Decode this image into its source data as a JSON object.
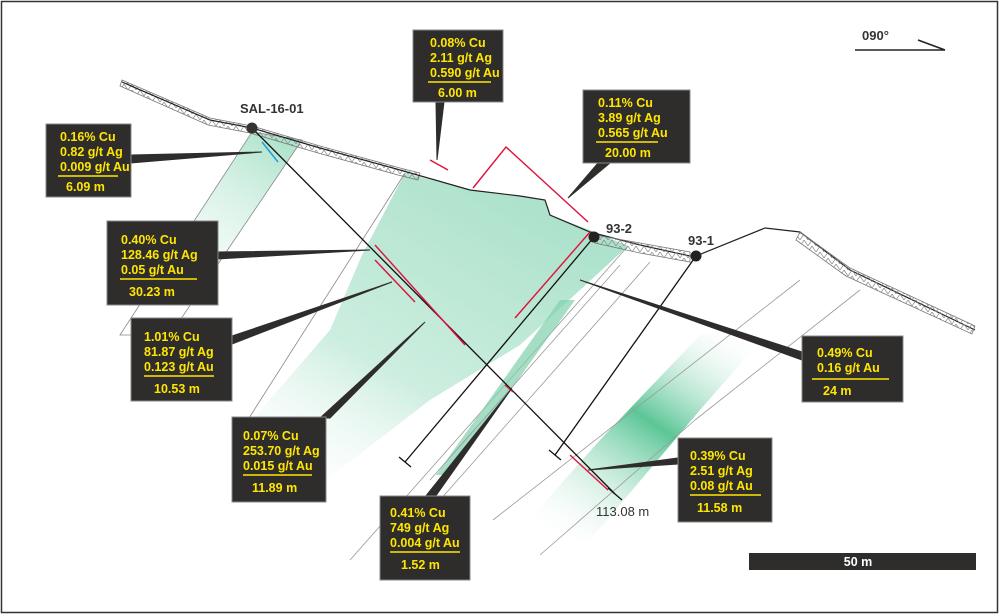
{
  "orientation": {
    "label": "090°"
  },
  "scale_bar": {
    "label": "50 m"
  },
  "drill_holes": [
    {
      "name": "SAL-16-01",
      "end_depth": "113.08 m"
    },
    {
      "name": "93-2"
    },
    {
      "name": "93-1"
    }
  ],
  "intercepts": [
    {
      "lines": [
        "0.08% Cu",
        "2.11 g/t Ag",
        "0.590 g/t Au"
      ],
      "width": "6.00 m"
    },
    {
      "lines": [
        "0.11% Cu",
        "3.89 g/t Ag",
        "0.565 g/t Au"
      ],
      "width": "20.00 m"
    },
    {
      "lines": [
        "0.16% Cu",
        "0.82 g/t Ag",
        "0.009 g/t Au"
      ],
      "width": "6.09 m"
    },
    {
      "lines": [
        "0.40% Cu",
        "128.46 g/t Ag",
        "0.05 g/t Au"
      ],
      "width": "30.23 m"
    },
    {
      "lines": [
        "1.01% Cu",
        "81.87 g/t Ag",
        "0.123 g/t Au"
      ],
      "width": "10.53 m"
    },
    {
      "lines": [
        "0.07% Cu",
        "253.70 g/t Ag",
        "0.015 g/t Au"
      ],
      "width": "11.89 m"
    },
    {
      "lines": [
        "0.41% Cu",
        "749 g/t Ag",
        "0.004 g/t Au"
      ],
      "width": "1.52 m"
    },
    {
      "lines": [
        "0.49% Cu",
        "0.16 g/t Au"
      ],
      "width": "24 m"
    },
    {
      "lines": [
        "0.39% Cu",
        "2.51 g/t Ag",
        "0.08 g/t Au"
      ],
      "width": "11.58 m"
    }
  ],
  "colors": {
    "zone": "#a8e0c8",
    "zone_dark": "#4cbf8f",
    "box": "#2e2d2c",
    "text": "#ffe600",
    "dimension": "#e0103c"
  }
}
